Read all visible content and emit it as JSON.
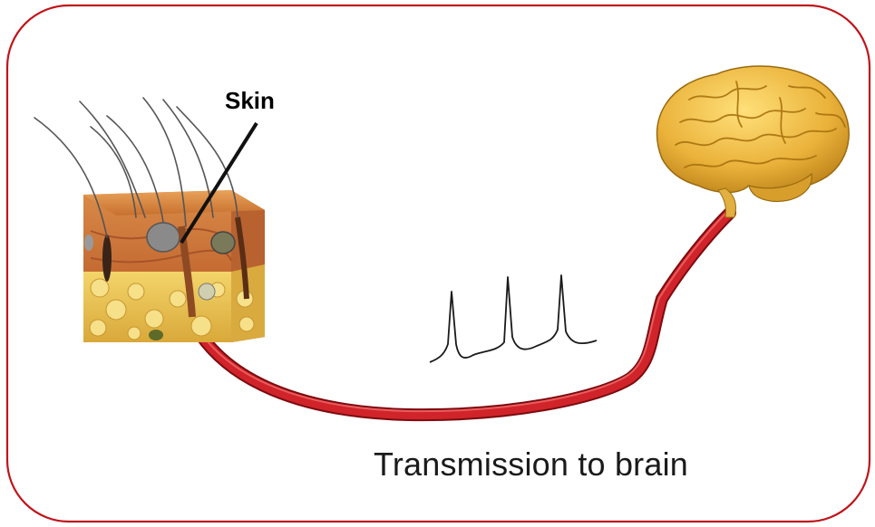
{
  "labels": {
    "skin": "Skin",
    "caption": "Transmission to brain"
  },
  "colors": {
    "frame": "#c0141a",
    "nerve": "#d0242a",
    "brain": "#e8b838",
    "skin_surface": "#d88a3a",
    "fat": "#f0d060"
  },
  "icons": {
    "skin_block": "skin-cross-section-illustration",
    "brain": "brain-illustration",
    "spikes": "action-potential-trace"
  }
}
